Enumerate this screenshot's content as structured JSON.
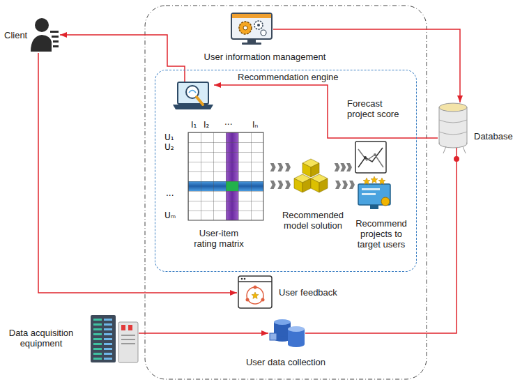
{
  "diagram": {
    "nodes": [
      {
        "text": [
          "Client"
        ]
      },
      {
        "text": [
          "User information management"
        ]
      },
      {
        "text": [
          "Recommendation engine"
        ]
      },
      {
        "text": [
          "User-item rating matrix"
        ],
        "in": 2
      },
      {
        "text": [
          "Recommended model solution"
        ],
        "in": 2
      },
      {
        "text": [
          "Forecast project score"
        ],
        "in": 2
      },
      {
        "text": [
          "Recommend projects to target users"
        ],
        "in": 2
      },
      {
        "text": [
          "User feedback"
        ]
      },
      {
        "text": [
          "User data collection"
        ]
      },
      {
        "text": [
          "Data acquisition equipment"
        ]
      },
      {
        "text": [
          "Database"
        ]
      }
    ],
    "edges": [
      {
        "from": 1,
        "to": 10,
        "arrow": "to"
      },
      {
        "from": 10,
        "to": 2,
        "arrow": "to"
      },
      {
        "from": 2,
        "to": 0,
        "arrow": "to"
      },
      {
        "from": 0,
        "to": 7,
        "arrow": "to"
      },
      {
        "from": 9,
        "to": 8,
        "arrow": "to"
      },
      {
        "from": 8,
        "to": 10,
        "arrow": "none"
      },
      {
        "from": 3,
        "to": 4,
        "arrow": "to"
      },
      {
        "from": 4,
        "to": 5,
        "arrow": "to"
      },
      {
        "from": 4,
        "to": 6,
        "arrow": "to"
      }
    ],
    "labels": [
      "I₁",
      "I₂",
      "...",
      "Iₙ",
      "U₁",
      "U₂",
      "...",
      "Uₘ"
    ]
  }
}
